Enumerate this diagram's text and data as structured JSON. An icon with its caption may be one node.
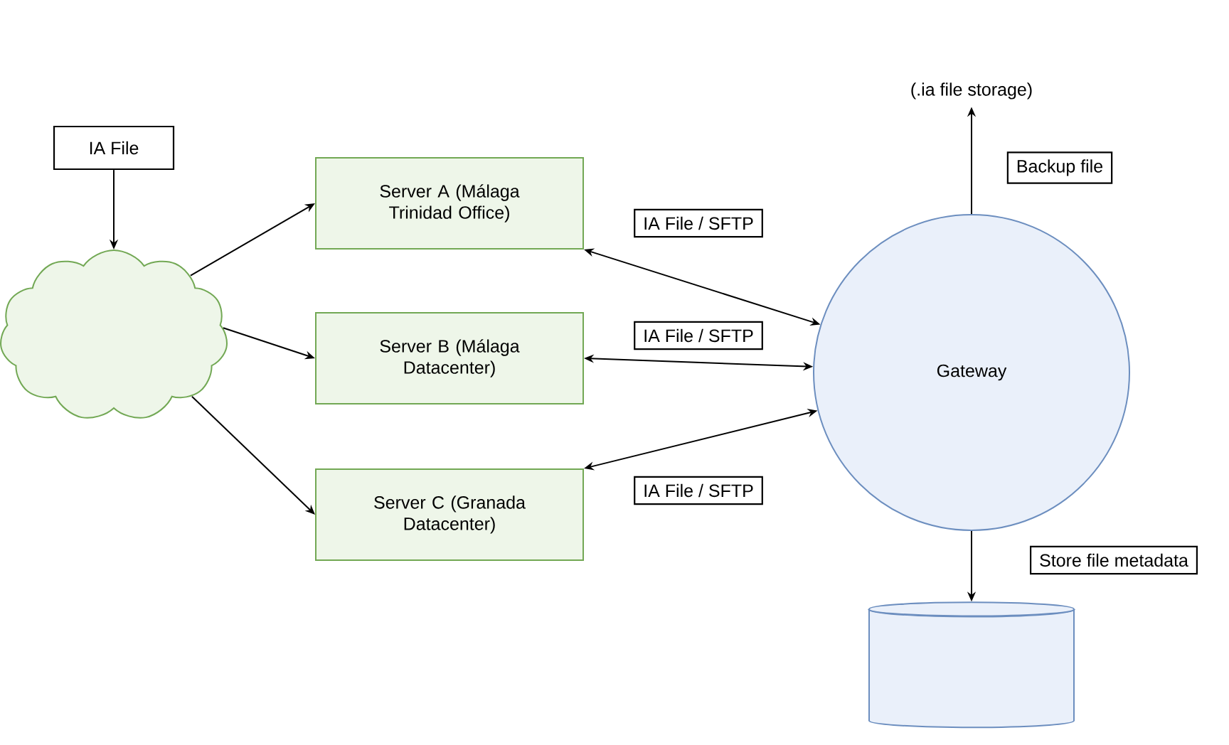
{
  "diagram": {
    "nodes": [
      {
        "text": [
          "IA File"
        ]
      },
      {
        "text": [],
        "shape": "cloud"
      },
      {
        "text": [
          "Server A (Málaga Trinidad Office)"
        ]
      },
      {
        "text": [
          "Server B (Málaga Datacenter)"
        ]
      },
      {
        "text": [
          "Server C (Granada Datacenter)"
        ]
      },
      {
        "text": [
          "Gateway"
        ]
      },
      {
        "text": [
          "(.ia file storage)"
        ]
      },
      {
        "text": [],
        "shape": "cylinder"
      }
    ],
    "edges": [
      {
        "from": 0,
        "to": 1,
        "arrow": "to"
      },
      {
        "from": 1,
        "to": 2,
        "arrow": "to"
      },
      {
        "from": 1,
        "to": 3,
        "arrow": "to"
      },
      {
        "from": 1,
        "to": 4,
        "arrow": "to"
      },
      {
        "from": 2,
        "to": 5,
        "arrow": "both",
        "label": "IA File / SFTP"
      },
      {
        "from": 3,
        "to": 5,
        "arrow": "both",
        "label": "IA File / SFTP"
      },
      {
        "from": 4,
        "to": 5,
        "arrow": "both",
        "label": "IA File / SFTP"
      },
      {
        "from": 5,
        "to": 6,
        "arrow": "to",
        "label": "Backup file"
      },
      {
        "from": 5,
        "to": 7,
        "arrow": "to",
        "label": "Store file metadata"
      }
    ]
  }
}
